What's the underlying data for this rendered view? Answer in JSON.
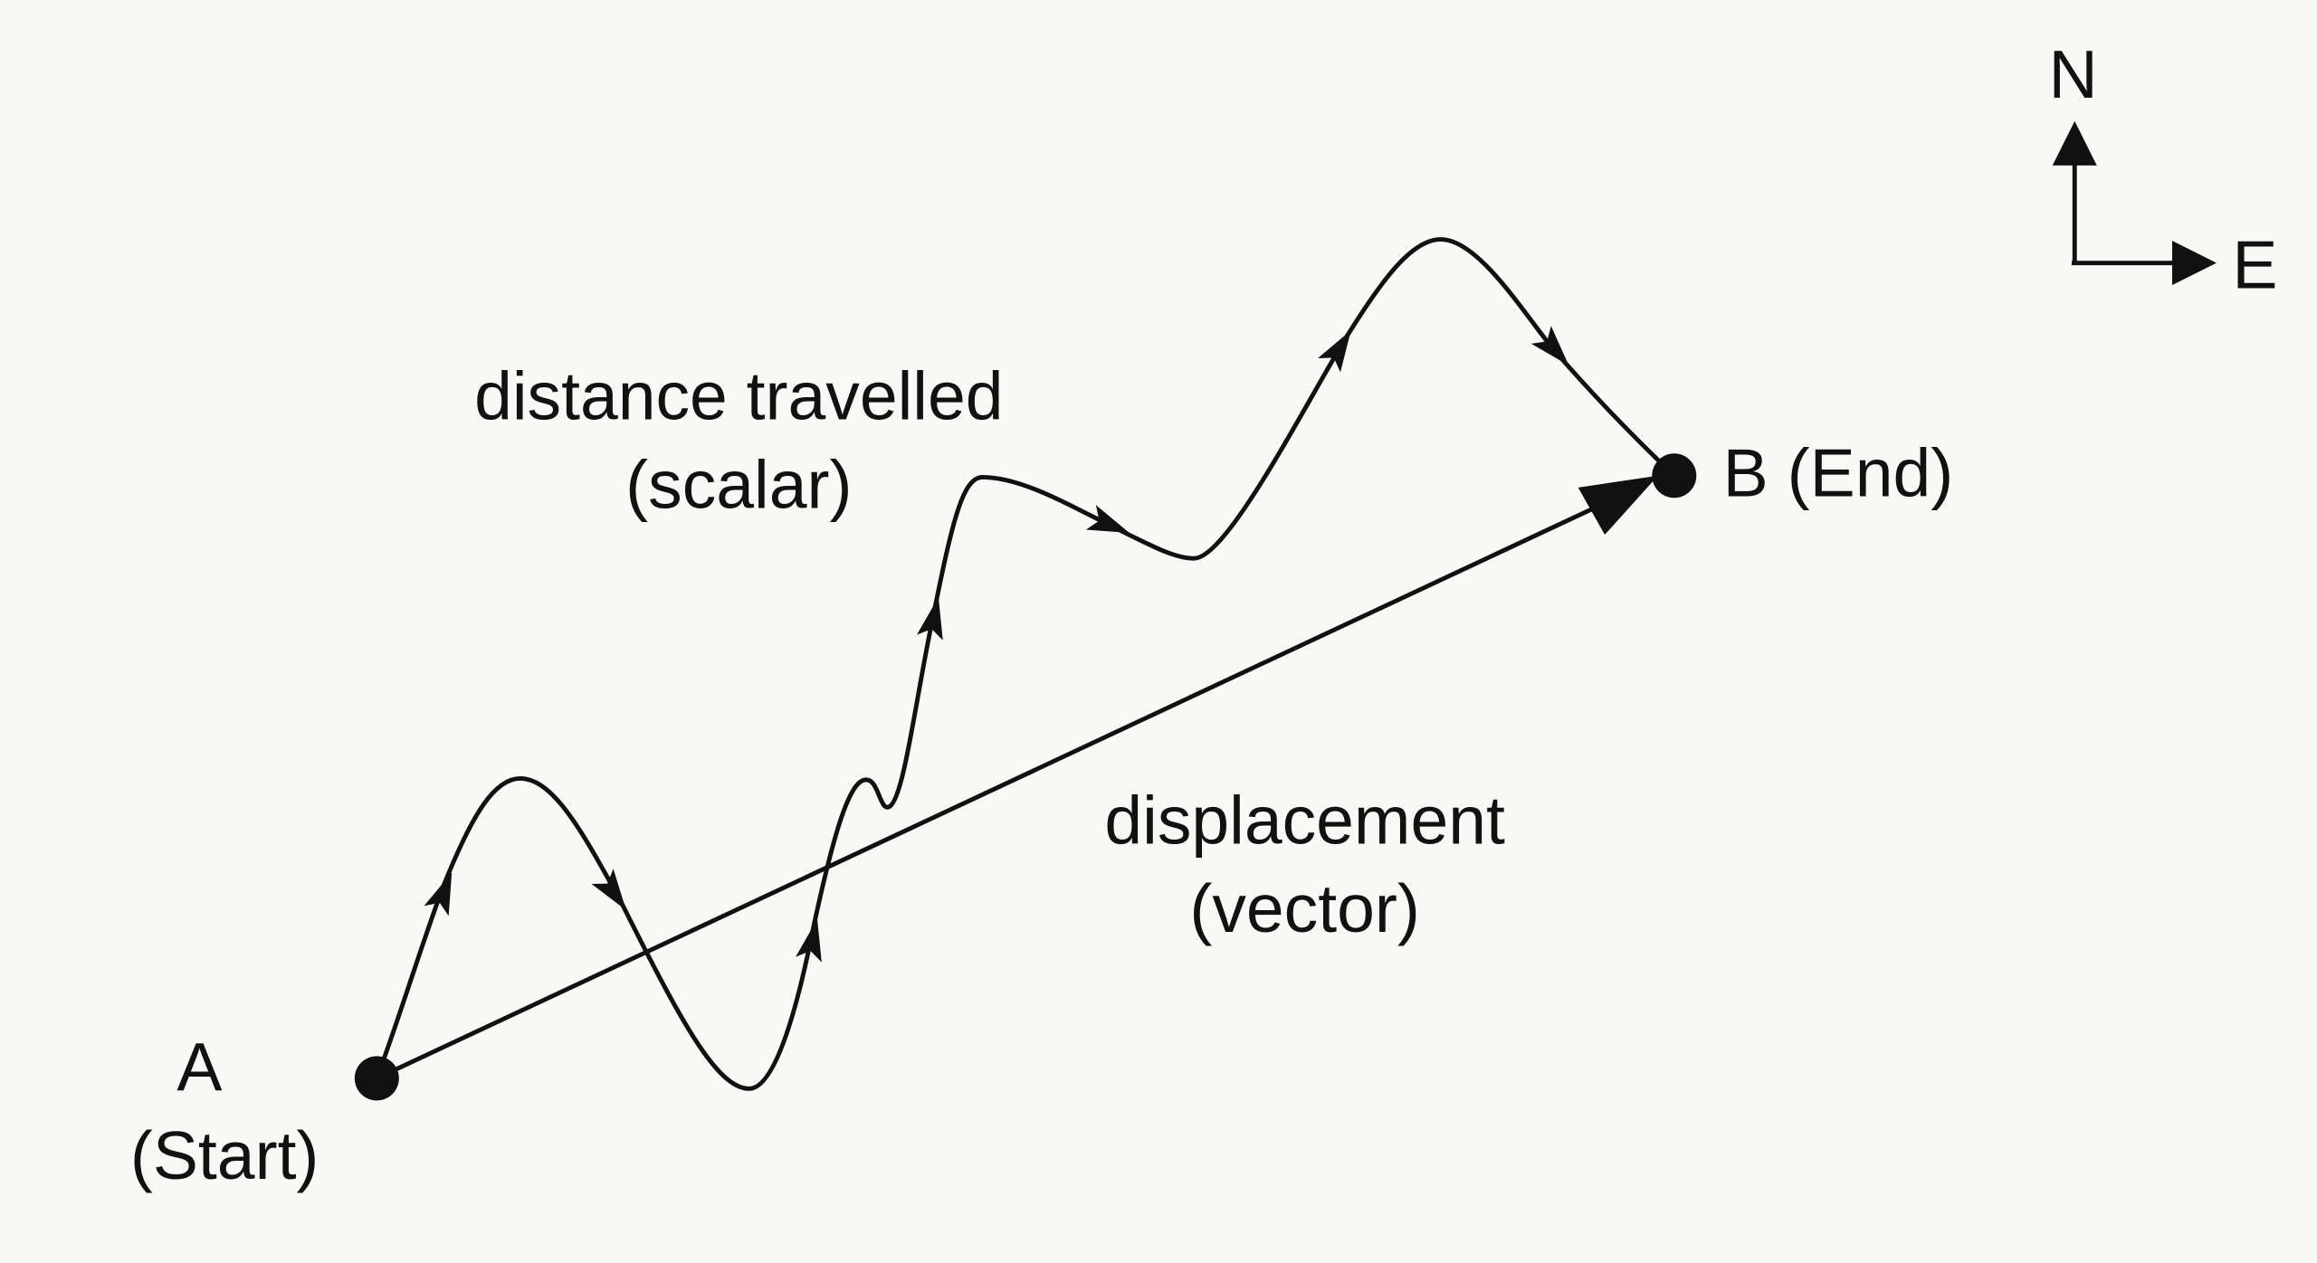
{
  "labels": {
    "distance_line1": "distance travelled",
    "distance_line2": "(scalar)",
    "displacement_line1": "displacement",
    "displacement_line2": "(vector)",
    "start_letter": "A",
    "start_note": "(Start)",
    "end_label": "B (End)"
  },
  "compass": {
    "north": "N",
    "east": "E"
  },
  "colors": {
    "ink": "#111111",
    "background": "#f8f8f6"
  }
}
